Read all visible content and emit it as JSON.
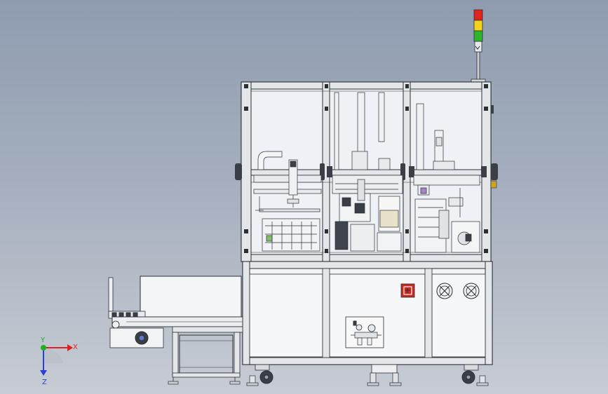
{
  "viewport": {
    "background_top": "#8f9cb0",
    "background_bottom": "#c7ccd4"
  },
  "machine": {
    "frame_color": "#e9ecef",
    "outline_color": "#2b2f36",
    "glass_color": "#eef2f6",
    "cabinet_color": "#f3f4f5",
    "signal_tower": {
      "lamps": [
        "red",
        "yellow",
        "green"
      ],
      "colors": {
        "red": "#e0241b",
        "yellow": "#f2d21a",
        "green": "#2fb52a"
      }
    },
    "emergency_stop_color": "#c8281e"
  },
  "triad": {
    "x_label": "X",
    "y_label": "Y",
    "z_label": "Z",
    "x_color": "#e02020",
    "y_color": "#1fae2a",
    "z_color": "#2a3ed8"
  }
}
